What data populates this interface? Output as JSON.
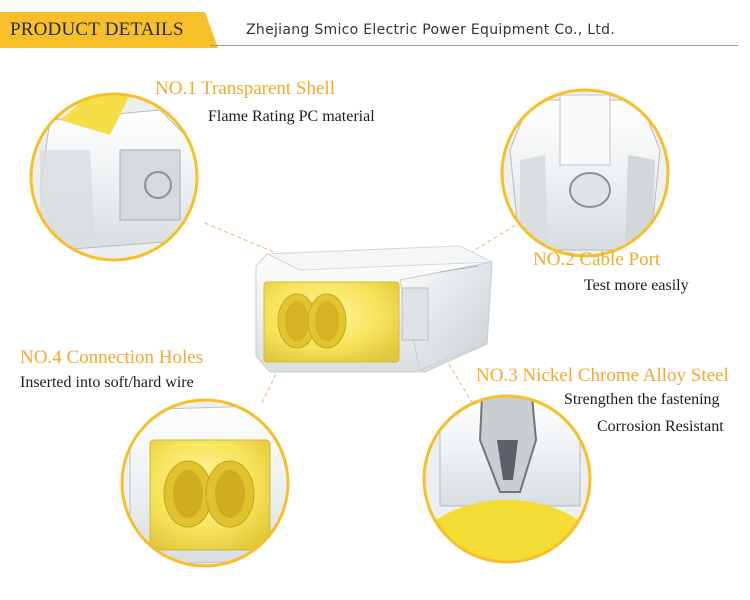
{
  "header": {
    "tag_label": "PRODUCT DETAILS",
    "company": "Zhejiang Smico Electric Power Equipment Co., Ltd."
  },
  "features": [
    {
      "title": "NO.1 Transparent Shell",
      "lines": [
        "Flame Rating PC material"
      ]
    },
    {
      "title": "NO.2 Cable Port",
      "lines": [
        "Test more easily"
      ]
    },
    {
      "title": "NO.3 Nickel Chrome Alloy Steel",
      "lines": [
        "Strengthen the fastening",
        "Corrosion Resistant"
      ]
    },
    {
      "title": "NO.4 Connection Holes",
      "lines": [
        "Inserted into soft/hard wire"
      ]
    }
  ],
  "colors": {
    "accent": "#f7c02a",
    "label": "#f4a82a",
    "connector_yellow": "#f6e35a",
    "callout_line": "#f0b070"
  }
}
